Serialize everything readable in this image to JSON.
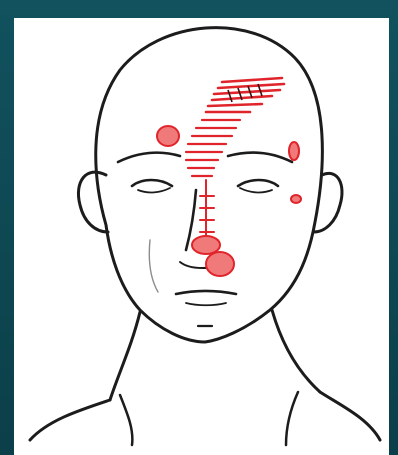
{
  "figure": {
    "subject": "front-view-head-line-drawing",
    "colors": {
      "frame": "#0f4a55",
      "background": "#ffffff",
      "outline": "#1c1c1c",
      "pain_marker": "#e0242b",
      "pain_marker_fill": "#f07a7a"
    },
    "markers": [
      {
        "type": "hatched-band",
        "region": "upper-forehead-right"
      },
      {
        "type": "hatched-band",
        "region": "forehead-center-diagonal"
      },
      {
        "type": "hatched-line",
        "region": "nose-bridge"
      },
      {
        "type": "oval",
        "region": "left-forehead"
      },
      {
        "type": "oval",
        "region": "right-temple"
      },
      {
        "type": "oval",
        "region": "right-cheekbone"
      },
      {
        "type": "oval",
        "region": "nose-tip"
      }
    ]
  }
}
